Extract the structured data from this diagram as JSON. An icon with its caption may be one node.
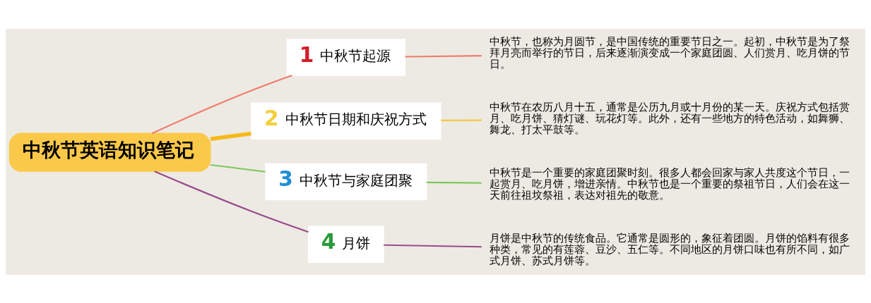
{
  "diagram": {
    "nodes": [
      {
        "text": [
          "中秋节英语知识笔记"
        ]
      },
      {
        "text": [
          "1",
          "中秋节起源"
        ]
      },
      {
        "text": [
          "中秋节，也称为月圆节，是中国传统的重要节日之一。起初，中秋节是为了祭拜月亮而举行的节日，后来逐渐演变成一个家庭团圆、人们赏月、吃月饼的节日。"
        ]
      },
      {
        "text": [
          "2",
          "中秋节日期和庆祝方式"
        ]
      },
      {
        "text": [
          "中秋节在农历八月十五，通常是公历九月或十月份的某一天。庆祝方式包括赏月、吃月饼、猜灯谜、玩花灯等。此外，还有一些地方的特色活动，如舞狮、舞龙、打太平鼓等。"
        ]
      },
      {
        "text": [
          "3",
          "中秋节与家庭团聚"
        ]
      },
      {
        "text": [
          "中秋节是一个重要的家庭团聚时刻。很多人都会回家与家人共度这个节日，一起赏月、吃月饼，增进亲情。中秋节也是一个重要的祭祖节日，人们会在这一天前往祖坟祭祖，表达对祖先的敬意。"
        ]
      },
      {
        "text": [
          "4",
          "月饼"
        ]
      },
      {
        "text": [
          "月饼是中秋节的传统食品。它通常是圆形的，象征着团圆。月饼的馅料有很多种类，常见的有莲蓉、豆沙、五仁等。不同地区的月饼口味也有所不同，如广式月饼、苏式月饼等。"
        ]
      }
    ],
    "edges": [
      {
        "from": 0,
        "to": 1,
        "arrow": "none",
        "color": "#f07c6c"
      },
      {
        "from": 1,
        "to": 2,
        "arrow": "none",
        "color": "#f07c6c"
      },
      {
        "from": 0,
        "to": 3,
        "arrow": "none",
        "color": "#f5b918",
        "style": "thick"
      },
      {
        "from": 3,
        "to": 4,
        "arrow": "none",
        "color": "#f5c842"
      },
      {
        "from": 0,
        "to": 5,
        "arrow": "none",
        "color": "#7cc85a"
      },
      {
        "from": 5,
        "to": 6,
        "arrow": "none",
        "color": "#7cc85a"
      },
      {
        "from": 0,
        "to": 7,
        "arrow": "none",
        "color": "#9a4a8c"
      },
      {
        "from": 7,
        "to": 8,
        "arrow": "none",
        "color": "#9a4a8c"
      }
    ]
  }
}
